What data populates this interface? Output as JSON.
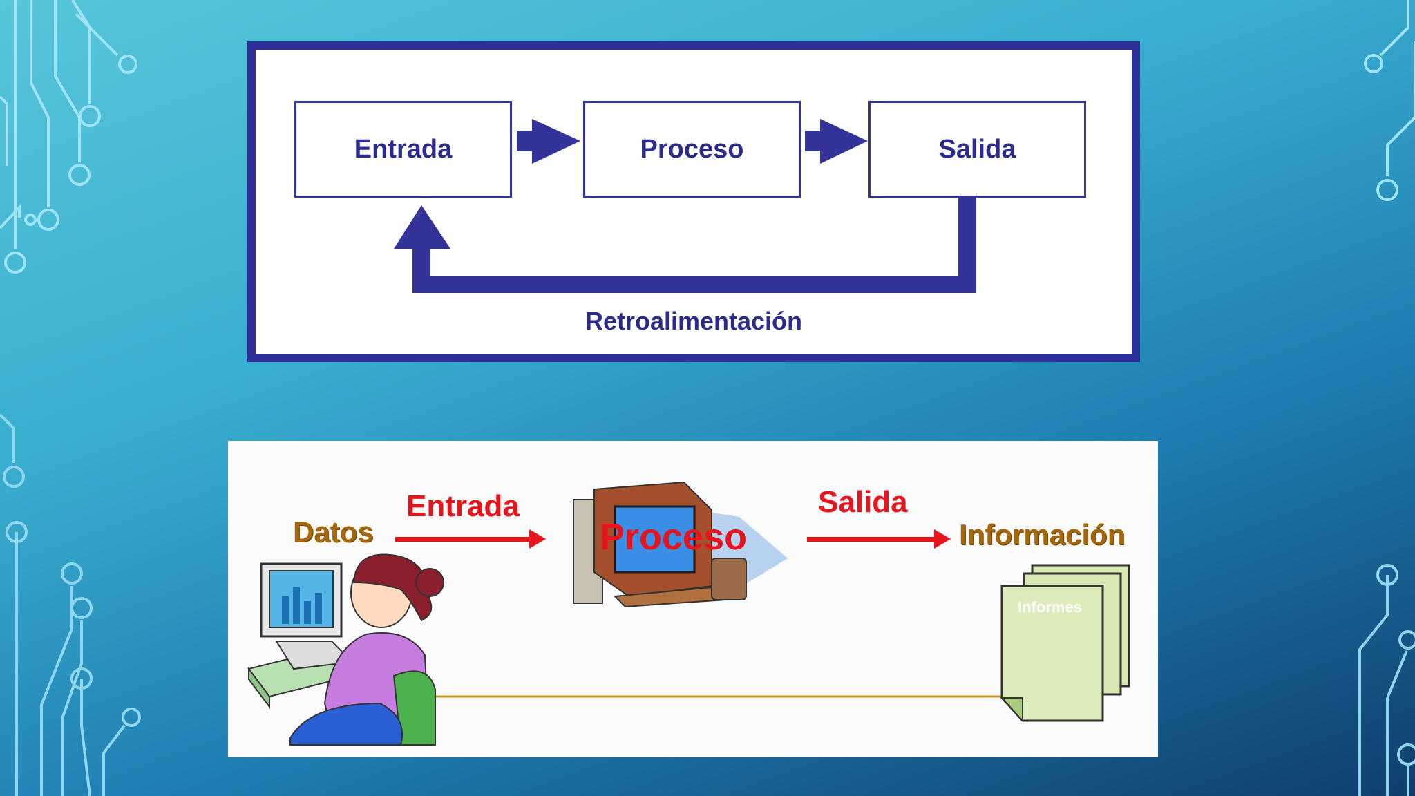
{
  "top_diagram": {
    "boxes": [
      "Entrada",
      "Proceso",
      "Salida"
    ],
    "feedback_label": "Retroalimentación",
    "colors": {
      "border": "#2f2f99",
      "text": "#2b2b8f"
    }
  },
  "bottom_diagram": {
    "datos": "Datos",
    "entrada": "Entrada",
    "proceso": "Proceso",
    "salida": "Salida",
    "informacion": "Información",
    "informes": "Informes",
    "colors": {
      "red": "#e8141c",
      "brown": "#a5670a",
      "line": "#c9951f"
    }
  }
}
